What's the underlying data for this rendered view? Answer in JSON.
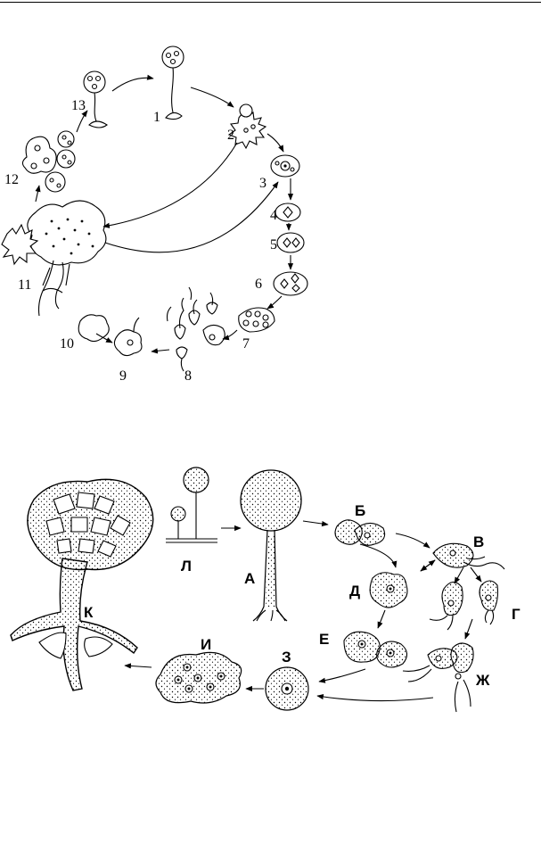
{
  "colors": {
    "ink": "#000000",
    "paper": "#ffffff"
  },
  "top_cycle": {
    "labels": [
      "1",
      "2",
      "3",
      "4",
      "5",
      "6",
      "7",
      "8",
      "9",
      "10",
      "11",
      "12",
      "13"
    ]
  },
  "bottom_cycle": {
    "labels": {
      "A": "А",
      "B": "Б",
      "V": "В",
      "G": "Г",
      "D": "Д",
      "E": "Е",
      "Zh": "Ж",
      "Z": "З",
      "I": "И",
      "K": "К",
      "L": "Л"
    }
  }
}
